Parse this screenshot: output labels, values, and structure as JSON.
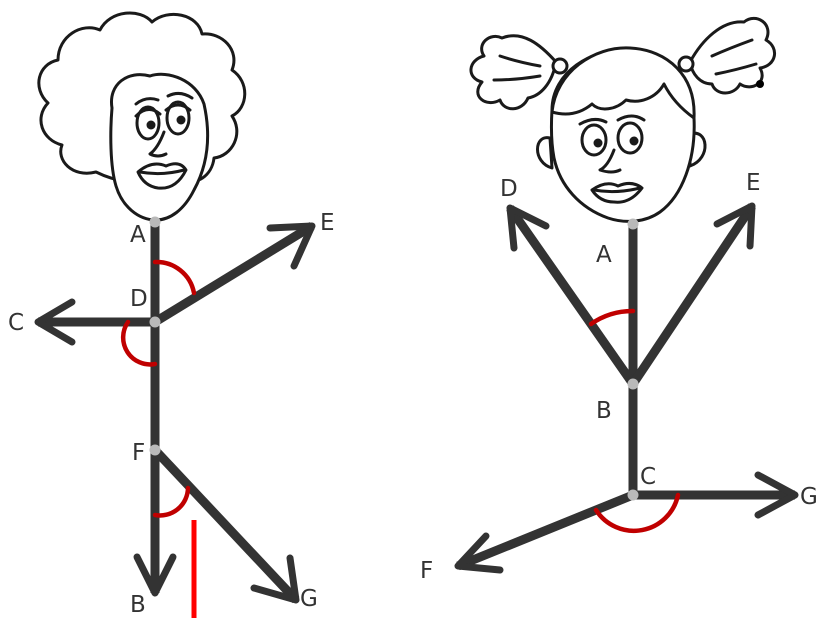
{
  "figures": [
    {
      "id": "woman",
      "labels": {
        "A": "A",
        "B": "B",
        "C": "C",
        "D": "D",
        "E": "E",
        "F": "F",
        "G": "G"
      }
    },
    {
      "id": "girl",
      "labels": {
        "A": "A",
        "B": "B",
        "C": "C",
        "D": "D",
        "E": "E",
        "F": "F",
        "G": "G"
      }
    }
  ],
  "colors": {
    "bone": "#333333",
    "angle_mark": "#c00000",
    "joint": "#b9b9b9",
    "outline": "#1a1a1a"
  }
}
